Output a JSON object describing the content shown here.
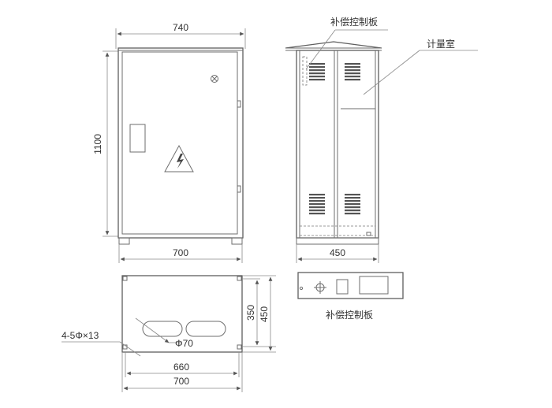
{
  "front_view": {
    "width_label_top": "740",
    "width_label_bottom": "700",
    "height_label": "1100"
  },
  "side_view": {
    "callout_compensation": "补偿控制板",
    "callout_metering": "计量室",
    "depth_label": "450"
  },
  "bottom_view": {
    "hole_spec": "4-5Φ×13",
    "cable_hole_label": "Φ70",
    "depth_inner_label": "350",
    "depth_outer_label": "450",
    "width_inner_label": "660",
    "width_outer_label": "700"
  },
  "panel_view": {
    "caption": "补偿控制板"
  },
  "colors": {
    "line": "#6e6e6e",
    "text": "#333333"
  }
}
